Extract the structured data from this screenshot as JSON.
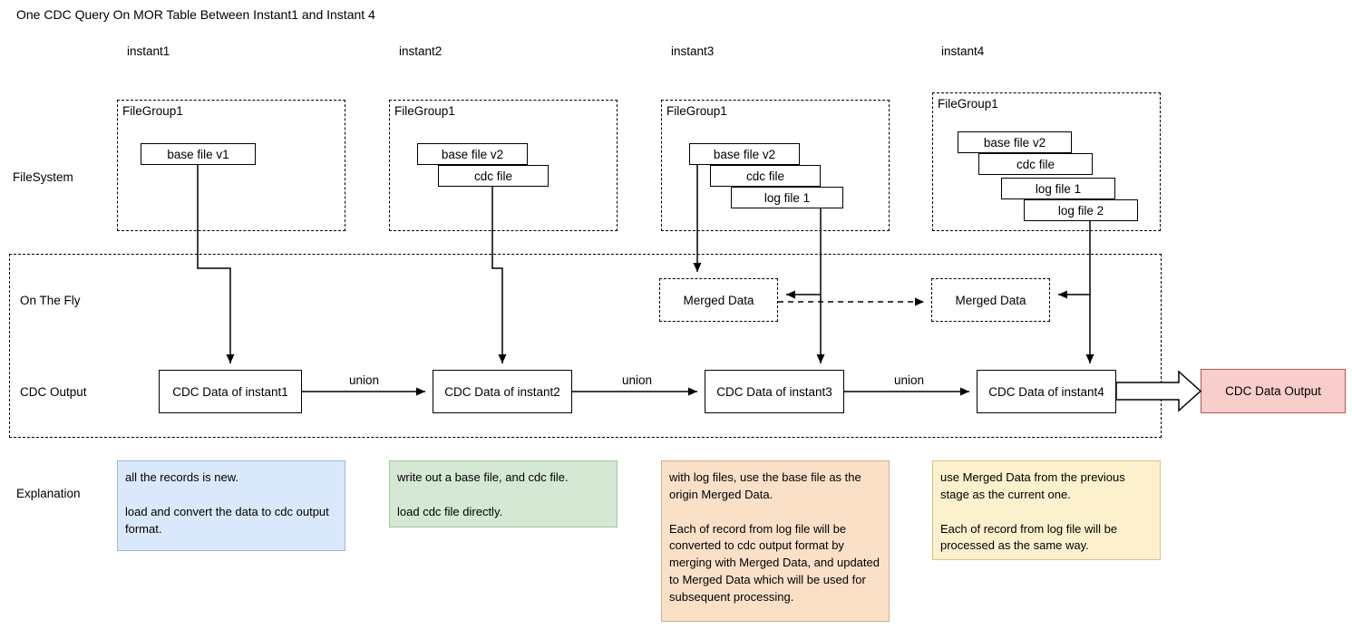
{
  "title": "One CDC Query On MOR Table Between Instant1 and Instant 4",
  "column_headers": [
    {
      "label": "instant1"
    },
    {
      "label": "instant2"
    },
    {
      "label": "instant3"
    },
    {
      "label": "instant4"
    }
  ],
  "row_labels": {
    "filesystem": "FileSystem",
    "on_the_fly": "On The Fly",
    "cdc_output": "CDC Output",
    "explanation": "Explanation"
  },
  "filesystem": {
    "groups": [
      {
        "group_label": "FileGroup1",
        "files": [
          "base file v1"
        ]
      },
      {
        "group_label": "FileGroup1",
        "files": [
          "base file v2",
          "cdc file"
        ]
      },
      {
        "group_label": "FileGroup1",
        "files": [
          "base file v2",
          "cdc file",
          "log file 1"
        ]
      },
      {
        "group_label": "FileGroup1",
        "files": [
          "base file v2",
          "cdc file",
          "log file 1",
          "log file 2"
        ]
      }
    ]
  },
  "on_the_fly": {
    "merged_data_1": "Merged Data",
    "merged_data_2": "Merged Data"
  },
  "cdc_output": {
    "boxes": [
      "CDC Data of instant1",
      "CDC Data of instant2",
      "CDC Data of instant3",
      "CDC Data of instant4"
    ],
    "connectors": [
      "union",
      "union",
      "union"
    ],
    "final_output": "CDC Data Output"
  },
  "explanations": [
    {
      "color": "#dae8fc",
      "text": "all the records is new.\n\nload and convert the data to cdc output format."
    },
    {
      "color": "#d5e8d4",
      "text": "write out a base file, and cdc file.\n\nload cdc file directly."
    },
    {
      "color": "#fbe0c8",
      "text": "with log files, use the base file as the origin Merged Data.\n\nEach of record from log file will be converted to cdc output format by merging with Merged Data, and updated to Merged Data which will be used for subsequent processing."
    },
    {
      "color": "#fdf0cd",
      "text": "use Merged Data from the previous stage as the current one.\n\nEach of record from log file will be processed as the same way."
    }
  ],
  "colors": {
    "output_fill": "#f8cecc",
    "output_stroke": "#b85450",
    "line": "#000000"
  }
}
